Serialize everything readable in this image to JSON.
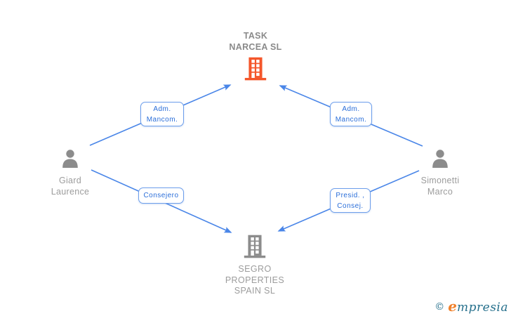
{
  "colors": {
    "line-blue": "#4a86e8",
    "label-border": "#6d9eeb",
    "label-blue": "#2a6ed9",
    "company-orange": "#f4562a",
    "icon-gray": "#8c8c8c",
    "title-gray": "#8a8a8a",
    "name-gray": "#9c9c9c",
    "brand-teal": "#26708c",
    "brand-orange": "#f0802a"
  },
  "diagram": {
    "nodes": {
      "top_company": {
        "name": "TASK NARCEA SL",
        "type": "company"
      },
      "left_person": {
        "name": "Giard Laurence",
        "type": "person"
      },
      "right_person": {
        "name": "Simonetti Marco",
        "type": "person"
      },
      "bottom_company": {
        "name": "SEGRO PROPERTIES SPAIN SL",
        "type": "company"
      }
    },
    "edges": [
      {
        "from": "Giard Laurence",
        "to": "TASK NARCEA SL",
        "label": "Adm. Mancom."
      },
      {
        "from": "Simonetti Marco",
        "to": "TASK NARCEA SL",
        "label": "Adm. Mancom."
      },
      {
        "from": "Giard Laurence",
        "to": "SEGRO PROPERTIES SPAIN SL",
        "label": "Consejero"
      },
      {
        "from": "Simonetti Marco",
        "to": "SEGRO PROPERTIES SPAIN SL",
        "label": "Presid. , Consej."
      }
    ]
  },
  "footer": {
    "copyright_symbol": "©",
    "brand_initial": "e",
    "brand_rest": "mpresia"
  }
}
